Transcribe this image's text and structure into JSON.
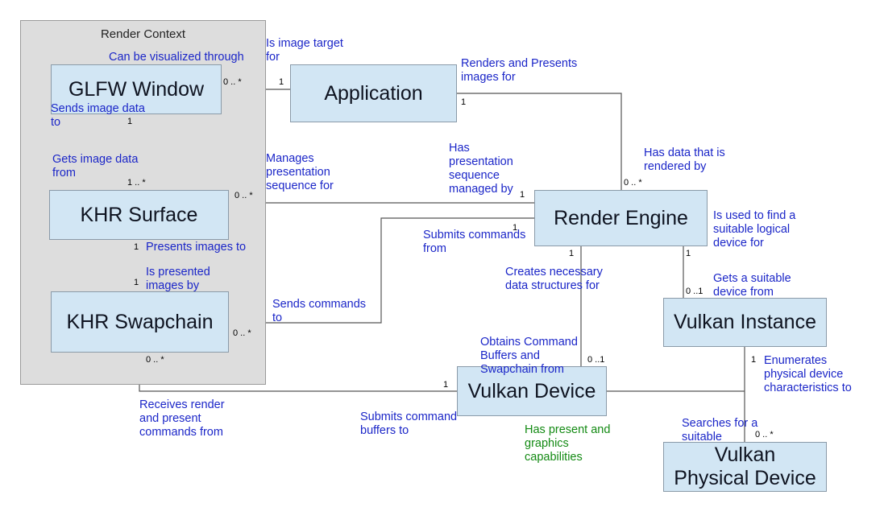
{
  "container": {
    "title": "Render Context"
  },
  "nodes": {
    "glfw_window": "GLFW Window",
    "application": "Application",
    "khr_surface": "KHR Surface",
    "khr_swapchain": "KHR Swapchain",
    "render_engine": "Render Engine",
    "vulkan_instance": "Vulkan Instance",
    "vulkan_device": "Vulkan Device",
    "vulkan_physical_device": "Vulkan\nPhysical Device"
  },
  "labels": {
    "can_be_visualized": "Can be visualized through",
    "is_image_target": "Is image target\nfor",
    "renders_and_presents": "Renders and Presents\nimages for",
    "sends_image_data": "Sends image data\nto",
    "gets_image_data": "Gets image data\nfrom",
    "manages_presentation": "Manages\npresentation\nsequence for",
    "has_presentation": "Has\npresentation\nsequence\nmanaged by",
    "has_data_rendered": "Has data that is\nrendered by",
    "is_used_to_find": "Is used to find a\nsuitable logical\ndevice for",
    "submits_commands_from": "Submits commands\nfrom",
    "presents_images_to": "Presents images to",
    "is_presented_images": "Is presented\nimages by",
    "creates_structures": "Creates necessary\ndata structures for",
    "gets_suitable_device": "Gets a suitable\ndevice from",
    "sends_commands_to": "Sends commands\nto",
    "obtains_buffers": "Obtains Command\nBuffers and\nSwapchain from",
    "enumerates_characteristics": "Enumerates\nphysical device\ncharacteristics to",
    "receives_commands": "Receives render\nand present\ncommands from",
    "submits_buffers": "Submits command\nbuffers to",
    "has_capabilities": "Has present and\ngraphics\ncapabilities",
    "searches_suitable": "Searches for a\nsuitable"
  },
  "multiplicities": {
    "glfw_app": "0 .. *",
    "app_glfw": "1",
    "glfw_surface": "1",
    "surface_glfw": "1 .. *",
    "app_engine": "1",
    "engine_app": "0 .. *",
    "surface_engine": "0 .. *",
    "engine_surface": "1",
    "engine_swapchain": "1",
    "surface_swapchain": "1",
    "swapchain_surface": "1",
    "swapchain_engine": "0 .. *",
    "engine_device": "1",
    "device_engine": "0 ..1",
    "engine_instance": "1",
    "instance_engine": "0 ..1",
    "swapchain_device": "0 .. *",
    "device_swapchain": "1",
    "instance_physical": "1",
    "physical_instance": "0 .. *"
  },
  "colors": {
    "node_fill": "#d2e6f4",
    "container_fill": "#dddddd",
    "label_blue": "#1b26c8",
    "label_green": "#138a13",
    "line": "#555555"
  }
}
